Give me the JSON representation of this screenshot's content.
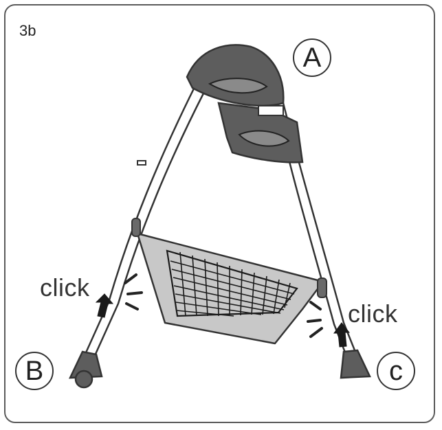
{
  "step": "3b",
  "callouts": {
    "a": "A",
    "b": "B",
    "c": "c"
  },
  "click_left": "click",
  "click_right": "click",
  "colors": {
    "outline": "#333333",
    "seat": "#5d5d5d",
    "basket": "#c8c8c8",
    "mesh": "#1a1a1a",
    "panel_border": "#5a5a5a"
  }
}
